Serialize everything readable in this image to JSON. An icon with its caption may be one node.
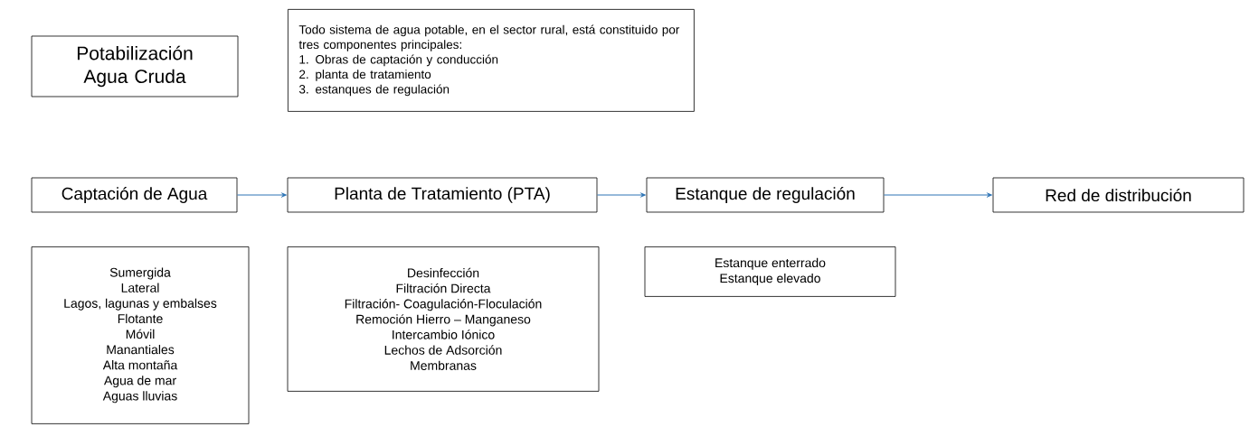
{
  "diagram": {
    "nodes": [
      {
        "text": [
          "Potabilización Agua Cruda"
        ]
      },
      {
        "text": [
          "Todo sistema de agua potable, en el sector rural, está constituido por tres componentes principales:",
          "1. Obras de captación y conducción",
          "2. planta de tratamiento",
          "3. estanques de regulación"
        ]
      },
      {
        "text": [
          "Captación de Agua"
        ]
      },
      {
        "text": [
          "Planta de Tratamiento (PTA)"
        ]
      },
      {
        "text": [
          "Estanque de regulación"
        ]
      },
      {
        "text": [
          "Red de distribución"
        ]
      },
      {
        "text": [
          "Sumergida",
          "Lateral",
          "Lagos, lagunas y embalses",
          "Flotante",
          "Móvil",
          "Manantiales",
          "Alta montaña",
          "Agua de mar",
          "Aguas lluvias"
        ]
      },
      {
        "text": [
          "Desinfección",
          "Filtración Directa",
          "Filtración- Coagulación-Floculación",
          "Remoción Hierro – Manganeso",
          "Intercambio Iónico",
          "Lechos de Adsorción",
          "Membranas"
        ]
      },
      {
        "text": [
          "Estanque enterrado",
          "Estanque elevado"
        ]
      }
    ],
    "edges": [
      {
        "from": 2,
        "to": 3,
        "arrow": "to"
      },
      {
        "from": 3,
        "to": 4,
        "arrow": "to"
      },
      {
        "from": 4,
        "to": 5,
        "arrow": "to"
      }
    ]
  }
}
